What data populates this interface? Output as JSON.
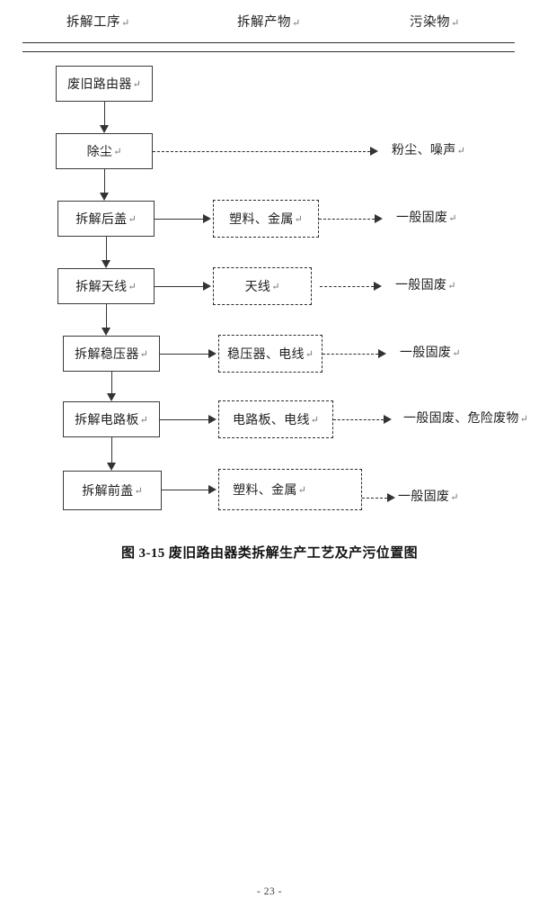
{
  "page": {
    "footer_label": "- 23 -",
    "caption": "图 3-15  废旧路由器类拆解生产工艺及产污位置图",
    "return_mark": "↵"
  },
  "headers": [
    {
      "label": "拆解工序",
      "name": "header-process"
    },
    {
      "label": "拆解产物",
      "name": "header-product"
    },
    {
      "label": "污染物",
      "name": "header-pollutant"
    }
  ],
  "flow": {
    "process_boxes": [
      {
        "label": "废旧路由器"
      },
      {
        "label": "除尘"
      },
      {
        "label": "拆解后盖"
      },
      {
        "label": "拆解天线"
      },
      {
        "label": "拆解稳压器"
      },
      {
        "label": "拆解电路板"
      },
      {
        "label": "拆解前盖"
      }
    ],
    "product_boxes": [
      {
        "label": "塑料、金属"
      },
      {
        "label": "天线"
      },
      {
        "label": "稳压器、电线"
      },
      {
        "label": "电路板、电线"
      },
      {
        "label": "塑料、金属"
      }
    ],
    "pollutants": [
      {
        "label": "粉尘、噪声"
      },
      {
        "label": "一般固废"
      },
      {
        "label": "一般固废"
      },
      {
        "label": "一般固废"
      },
      {
        "label": "一般固废、危险废物"
      },
      {
        "label": "一般固废"
      }
    ]
  },
  "colors": {
    "line": "#333333",
    "text": "#1f1f1f",
    "background": "#ffffff"
  }
}
